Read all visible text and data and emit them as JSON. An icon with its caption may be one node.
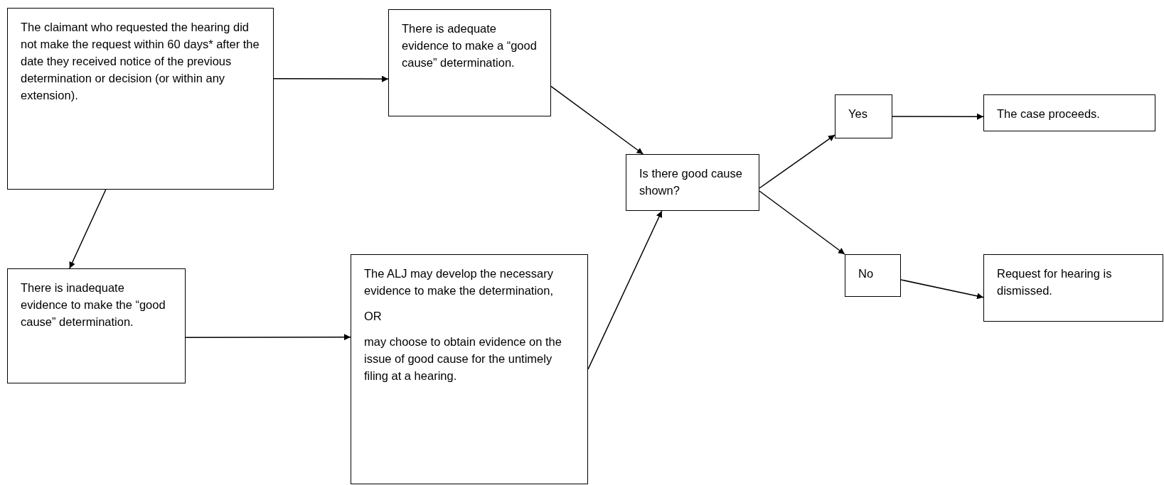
{
  "diagram": {
    "nodes": [
      {
        "text": [
          "The claimant who requested the hearing did not make the request within 60 days* after the date they received notice of the previous determination or decision (or within any extension)."
        ]
      },
      {
        "text": [
          "There is adequate evidence to make a “good cause” determination."
        ]
      },
      {
        "text": [
          "Is there good cause shown?"
        ]
      },
      {
        "text": [
          "Yes"
        ]
      },
      {
        "text": [
          "The case proceeds."
        ]
      },
      {
        "text": [
          "No"
        ]
      },
      {
        "text": [
          "Request for hearing is dismissed."
        ]
      },
      {
        "text": [
          "There is inadequate evidence to make the “good cause” determination."
        ]
      },
      {
        "text": [
          "The ALJ may develop the necessary evidence to make the determination,",
          "OR",
          "may choose to obtain evidence on the issue of good cause for the untimely filing at a hearing."
        ]
      }
    ],
    "edges": [
      {
        "from": 0,
        "to": 1,
        "arrow": "to"
      },
      {
        "from": 1,
        "to": 2,
        "arrow": "to"
      },
      {
        "from": 0,
        "to": 7,
        "arrow": "to"
      },
      {
        "from": 7,
        "to": 8,
        "arrow": "to"
      },
      {
        "from": 8,
        "to": 2,
        "arrow": "to"
      },
      {
        "from": 2,
        "to": 3,
        "arrow": "to"
      },
      {
        "from": 2,
        "to": 5,
        "arrow": "to"
      },
      {
        "from": 3,
        "to": 4,
        "arrow": "to"
      },
      {
        "from": 5,
        "to": 6,
        "arrow": "to"
      }
    ]
  }
}
